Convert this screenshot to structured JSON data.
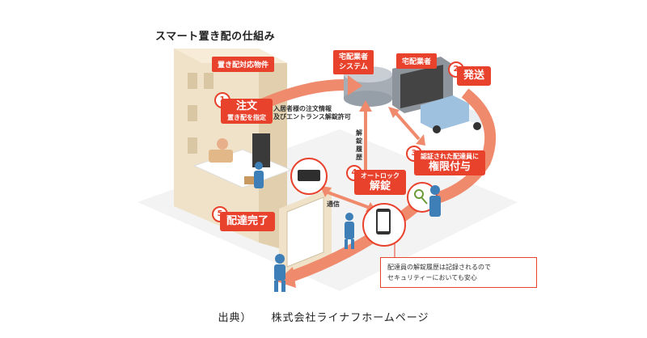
{
  "title": "スマート置き配の仕組み",
  "nodes": {
    "property": "置き配対応物件",
    "system": "宅配業者\nシステム",
    "carrier": "宅配業者"
  },
  "steps": [
    {
      "num": "1",
      "main": "注文",
      "sub": "置き配を指定"
    },
    {
      "num": "2",
      "main": "発送",
      "sub": ""
    },
    {
      "num": "3",
      "main": "権限付与",
      "sub": "認証された配達員に"
    },
    {
      "num": "4",
      "main": "解錠",
      "sub": "オートロック"
    },
    {
      "num": "5",
      "main": "配達完了",
      "sub": ""
    }
  ],
  "labels": {
    "order_info": "入居者様の注文情報\n及びエントランス解錠許可",
    "unlock_history": "解錠履歴",
    "communication": "通信"
  },
  "note": "配達員の解錠履歴は記録されるので\nセキュリティーにおいても安心",
  "caption": {
    "source": "出典）",
    "company": "株式会社ライナフホームページ"
  },
  "colors": {
    "accent": "#e8412c",
    "arrow": "#f08a6c",
    "building": "#efe2c9",
    "building_side": "#e1cfae",
    "courier": "#3e7fb8"
  }
}
